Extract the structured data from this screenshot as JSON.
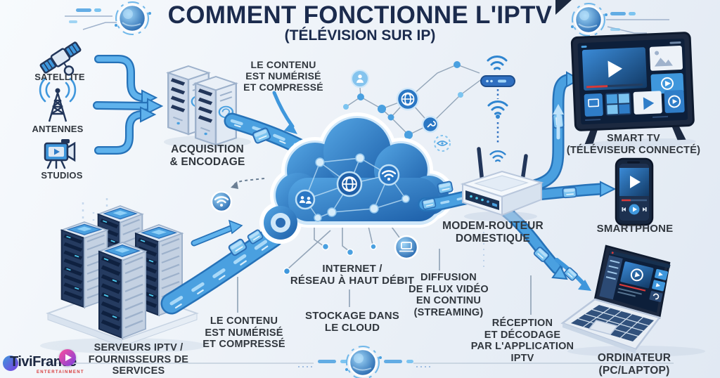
{
  "title": {
    "main": "COMMENT FONCTIONNE L'IPTV",
    "subtitle": "(TÉLÉVISION SUR IP)"
  },
  "sources": [
    {
      "id": "satellite",
      "label": "SATELLITE",
      "icon": "satellite-icon"
    },
    {
      "id": "antennes",
      "label": "ANTENNES",
      "icon": "antenna-icon"
    },
    {
      "id": "studios",
      "label": "STUDIOS",
      "icon": "video-camera-icon"
    }
  ],
  "stages": {
    "acquisition": {
      "label": "ACQUISITION\n& ENCODAGE",
      "icon": "server-icon"
    },
    "content_top": {
      "label": "LE CONTENU\nEST NUMÉRISÉ\nET COMPRESSÉ"
    },
    "content_bottom": {
      "label": "LE CONTENU\nEST NUMÉRISÉ\nET COMPRESSÉ"
    },
    "internet": {
      "label": "INTERNET /\nRÉSEAU À HAUT DÉBIT",
      "icon": "cloud-icon"
    },
    "stockage": {
      "label": "STOCKAGE DANS\nLE CLOUD"
    },
    "modem": {
      "label": "MODEM-ROUTEUR\nDOMESTIQUE",
      "icon": "router-icon"
    },
    "diffusion": {
      "label": "DIFFUSION\nDE FLUX VIDÉO\nEN CONTINU\n(STREAMING)"
    },
    "reception": {
      "label": "RÉCEPTION\nET DÉCODAGE\nPAR L'APPLICATION\nIPTV"
    },
    "serveurs": {
      "label": "SERVEURS IPTV /\nFOURNISSEURS DE SERVICES",
      "icon": "server-rack-icon"
    }
  },
  "devices": {
    "smart_tv": {
      "label": "SMART TV\n(TÉLÉVISEUR CONNECTÉ)",
      "icon": "smart-tv-icon"
    },
    "smartphone": {
      "label": "SMARTPHONE",
      "icon": "smartphone-icon"
    },
    "ordinateur": {
      "label": "ORDINATEUR\n(PC/LAPTOP)",
      "icon": "laptop-icon"
    }
  },
  "logo": {
    "name": "TiviFrance",
    "tagline": "ENTERTAINMENT",
    "icon": "play-icon"
  },
  "icons": [
    "satellite-icon",
    "antenna-icon",
    "video-camera-icon",
    "server-icon",
    "server-rack-icon",
    "cloud-icon",
    "globe-icon",
    "wifi-icon",
    "router-icon",
    "smart-tv-icon",
    "smartphone-icon",
    "laptop-icon",
    "play-icon",
    "packet-chip-icon",
    "eye-icon"
  ],
  "colors": {
    "accent_blue": "#3f97dc",
    "deep_blue": "#1c5ea8",
    "navy_title": "#1b2b4d",
    "text_dark": "#31373e",
    "red_accent": "#d63a3a",
    "logo_pink": "#e83e8c",
    "logo_purple": "#7a3fe0",
    "background": "#edf2f8"
  }
}
